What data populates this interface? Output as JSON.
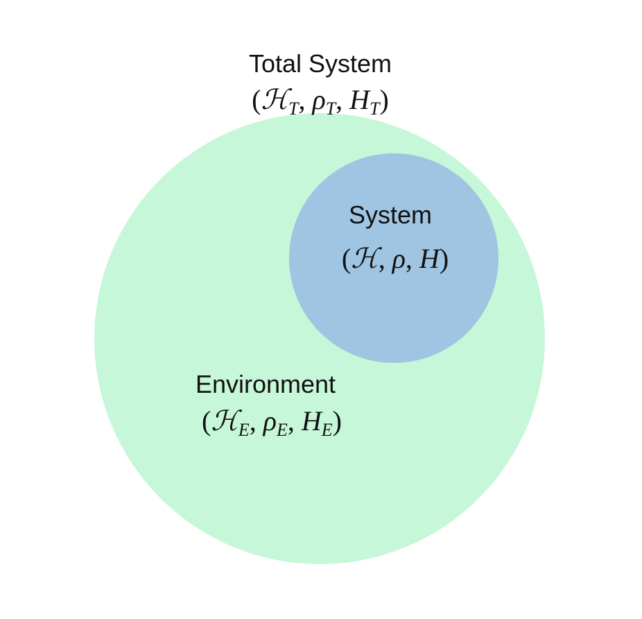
{
  "colors": {
    "total_fill": "#c6f7d8",
    "system_fill": "#9fc5e2",
    "text": "#111111",
    "background": "#ffffff"
  },
  "total": {
    "title": "Total System",
    "math": {
      "open": "(",
      "hilbert": "ℋ",
      "hilbert_sub": "T",
      "rho": "ρ",
      "rho_sub": "T",
      "ham": "H",
      "ham_sub": "T",
      "sep": ",",
      "close": ")"
    }
  },
  "system": {
    "title": "System",
    "math": {
      "open": "(",
      "hilbert": "ℋ",
      "rho": "ρ",
      "ham": "H",
      "sep": ",",
      "close": ")"
    }
  },
  "environment": {
    "title": "Environment",
    "math": {
      "open": "(",
      "hilbert": "ℋ",
      "hilbert_sub": "E",
      "rho": "ρ",
      "rho_sub": "E",
      "ham": "H",
      "ham_sub": "E",
      "sep": ",",
      "close": ")"
    }
  }
}
